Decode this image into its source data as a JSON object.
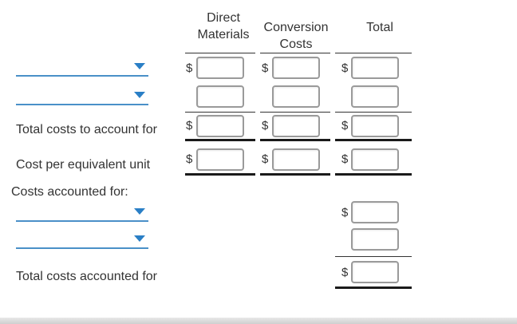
{
  "headers": {
    "direct_materials": "Direct\nMaterials",
    "conversion_costs": "Conversion\nCosts",
    "total": "Total"
  },
  "rows": {
    "dropdown_1": {
      "selected": ""
    },
    "dropdown_2": {
      "selected": ""
    },
    "total_costs_label": "Total costs to account for",
    "cost_per_unit_label": "Cost per equivalent unit",
    "costs_accounted_label": "Costs accounted for:",
    "dropdown_3": {
      "selected": ""
    },
    "dropdown_4": {
      "selected": ""
    },
    "total_accounted_label": "Total costs accounted for"
  },
  "currency_symbol": "$",
  "inputs": {
    "r1_dm": "",
    "r1_cc": "",
    "r1_total": "",
    "r2_dm": "",
    "r2_cc": "",
    "r2_total": "",
    "r3_dm": "",
    "r3_cc": "",
    "r3_total": "",
    "r4_dm": "",
    "r4_cc": "",
    "r4_total": "",
    "r5_total": "",
    "r6_total": "",
    "r7_total": ""
  },
  "colors": {
    "dropdown_line": "#4a90c8",
    "caret": "#2a7fc6",
    "input_border": "#9a9a9a",
    "text": "#333333"
  },
  "icons": {
    "dropdown_caret": "caret-down-icon"
  }
}
